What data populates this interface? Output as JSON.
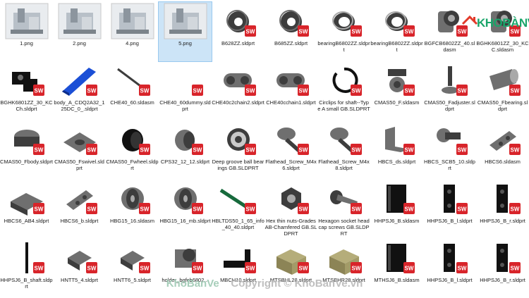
{
  "brand": {
    "logo_text": "KHOBANVE",
    "logo_display": "KHOBÀNVẼ",
    "watermark_brand": "KhoBanVe",
    "watermark_text": "Copyright © KhoBanVe.vn",
    "colors": {
      "logo_green": "#1aa56a",
      "logo_red": "#e23a2a",
      "selection": "#cce4f7",
      "sw_badge": "#d8242a"
    }
  },
  "files": [
    {
      "name": "1.png",
      "icon": "machine-photo-thumbnail",
      "kind": "image"
    },
    {
      "name": "2.png",
      "icon": "machine-photo-thumbnail",
      "kind": "image"
    },
    {
      "name": "4.png",
      "icon": "machine-photo-thumbnail",
      "kind": "image"
    },
    {
      "name": "5.png",
      "icon": "machine-photo-thumbnail",
      "kind": "image",
      "selected": true
    },
    {
      "name": "B628ZZ.sldprt",
      "icon": "bearing-icon",
      "kind": "part"
    },
    {
      "name": "B685ZZ.sldprt",
      "icon": "bearing-icon",
      "kind": "part"
    },
    {
      "name": "bearingB6802ZZ.sldprt",
      "icon": "bearing-ring-icon",
      "kind": "part"
    },
    {
      "name": "bearingB6802ZZ.sldprt",
      "icon": "bearing-ring-icon",
      "kind": "part"
    },
    {
      "name": "BGFCB6802ZZ_40.sldasm",
      "icon": "bearing-housing-icon",
      "kind": "assembly"
    },
    {
      "name": "BGHK6801ZZ_30_KCC.sldasm",
      "icon": "bearing-housing-icon",
      "kind": "assembly"
    },
    {
      "name": "BGHK6801ZZ_30_KCCh.sldprt",
      "icon": "bracket-icon",
      "kind": "part"
    },
    {
      "name": "body_A_CDQ2A32_125DC_0_.sldprt",
      "icon": "blue-extrusion-icon",
      "kind": "part"
    },
    {
      "name": "CHE40_60.sldasm",
      "icon": "rod-icon",
      "kind": "assembly"
    },
    {
      "name": "CHE40_60dummy.sldprt",
      "icon": "empty-icon",
      "kind": "part"
    },
    {
      "name": "CHE40c2chain2.sldprt",
      "icon": "chain-link-icon",
      "kind": "part"
    },
    {
      "name": "CHE40cchain1.sldprt",
      "icon": "chain-link-icon",
      "kind": "part"
    },
    {
      "name": "Circlips for shaft--Type A small GB.SLDPRT",
      "icon": "circlip-icon",
      "kind": "part"
    },
    {
      "name": "CMAS50_F.sldasm",
      "icon": "caster-icon",
      "kind": "assembly"
    },
    {
      "name": "CMAS50_Fadjuster.sldprt",
      "icon": "adjuster-icon",
      "kind": "part"
    },
    {
      "name": "CMAS50_Fbearing.sldprt",
      "icon": "cylinder-icon",
      "kind": "part"
    },
    {
      "name": "CMAS50_Fbody.sldprt",
      "icon": "caster-body-icon",
      "kind": "part"
    },
    {
      "name": "CMAS50_Fswivel.sldprt",
      "icon": "plate-icon",
      "kind": "part"
    },
    {
      "name": "CMAS50_Fwheel.sldprt",
      "icon": "wheel-icon",
      "kind": "part"
    },
    {
      "name": "CPS32_12_12.sldprt",
      "icon": "coupling-icon",
      "kind": "part"
    },
    {
      "name": "Deep groove ball bearings GB.SLDPRT",
      "icon": "ball-bearing-icon",
      "kind": "part"
    },
    {
      "name": "Flathead_Screw_M4x6.sldprt",
      "icon": "flat-screw-icon",
      "kind": "part"
    },
    {
      "name": "Flathead_Screw_M4x8.sldprt",
      "icon": "flat-screw-icon",
      "kind": "part"
    },
    {
      "name": "HBCS_ds.sldprt",
      "icon": "angle-bracket-icon",
      "kind": "part"
    },
    {
      "name": "HBCS_SCB5_10.sldprt",
      "icon": "pin-icon",
      "kind": "part"
    },
    {
      "name": "HBCS6.sldasm",
      "icon": "hinge-icon",
      "kind": "assembly"
    },
    {
      "name": "HBCS6_AB4.sldprt",
      "icon": "angle-plate-icon",
      "kind": "part"
    },
    {
      "name": "HBCS6_b.sldprt",
      "icon": "hinge-icon",
      "kind": "part"
    },
    {
      "name": "HBG15_16.sldasm",
      "icon": "pulley-icon",
      "kind": "assembly"
    },
    {
      "name": "HBG15_16_mb.sldprt",
      "icon": "pulley-icon",
      "kind": "part"
    },
    {
      "name": "HBLTDS50_1_65_info_40_40.sldprt",
      "icon": "green-belt-icon",
      "kind": "part"
    },
    {
      "name": "Hex thin nuts-Grades AB-Chamfered GB.SLDPRT",
      "icon": "hex-nut-icon",
      "kind": "part"
    },
    {
      "name": "Hexagon socket head cap screws GB.SLDPRT",
      "icon": "cap-screw-icon",
      "kind": "part"
    },
    {
      "name": "HHPSJ6_B.sldasm",
      "icon": "black-hinge-icon",
      "kind": "assembly"
    },
    {
      "name": "HHPSJ6_B_l.sldprt",
      "icon": "black-hinge-leaf-icon",
      "kind": "part"
    },
    {
      "name": "HHPSJ6_B_r.sldprt",
      "icon": "black-hinge-leaf-icon",
      "kind": "part"
    },
    {
      "name": "HHPSJ6_B_shaft.sldprt",
      "icon": "black-shaft-icon",
      "kind": "part"
    },
    {
      "name": "HNTT5_4.sldprt",
      "icon": "t-nut-icon",
      "kind": "part"
    },
    {
      "name": "HNTT6_5.sldprt",
      "icon": "t-nut-icon",
      "kind": "part"
    },
    {
      "name": "holder_bgfcb6802...",
      "icon": "holder-icon",
      "kind": "part"
    },
    {
      "name": "MBCH10.sldprt",
      "icon": "black-lever-icon",
      "kind": "part"
    },
    {
      "name": "MTSBHL28.sldprt",
      "icon": "olive-block-icon",
      "kind": "part"
    },
    {
      "name": "MTSBHR28.sldprt",
      "icon": "olive-block-icon",
      "kind": "part"
    },
    {
      "name": "MTHSJ6_B.sldasm",
      "icon": "black-hinge-icon",
      "kind": "assembly"
    },
    {
      "name": "HHPSJ6_B_l.sldprt",
      "icon": "black-hinge-leaf-icon",
      "kind": "part"
    },
    {
      "name": "HHPSJ6_B_r.sldprt",
      "icon": "black-hinge-leaf-icon",
      "kind": "part"
    }
  ]
}
